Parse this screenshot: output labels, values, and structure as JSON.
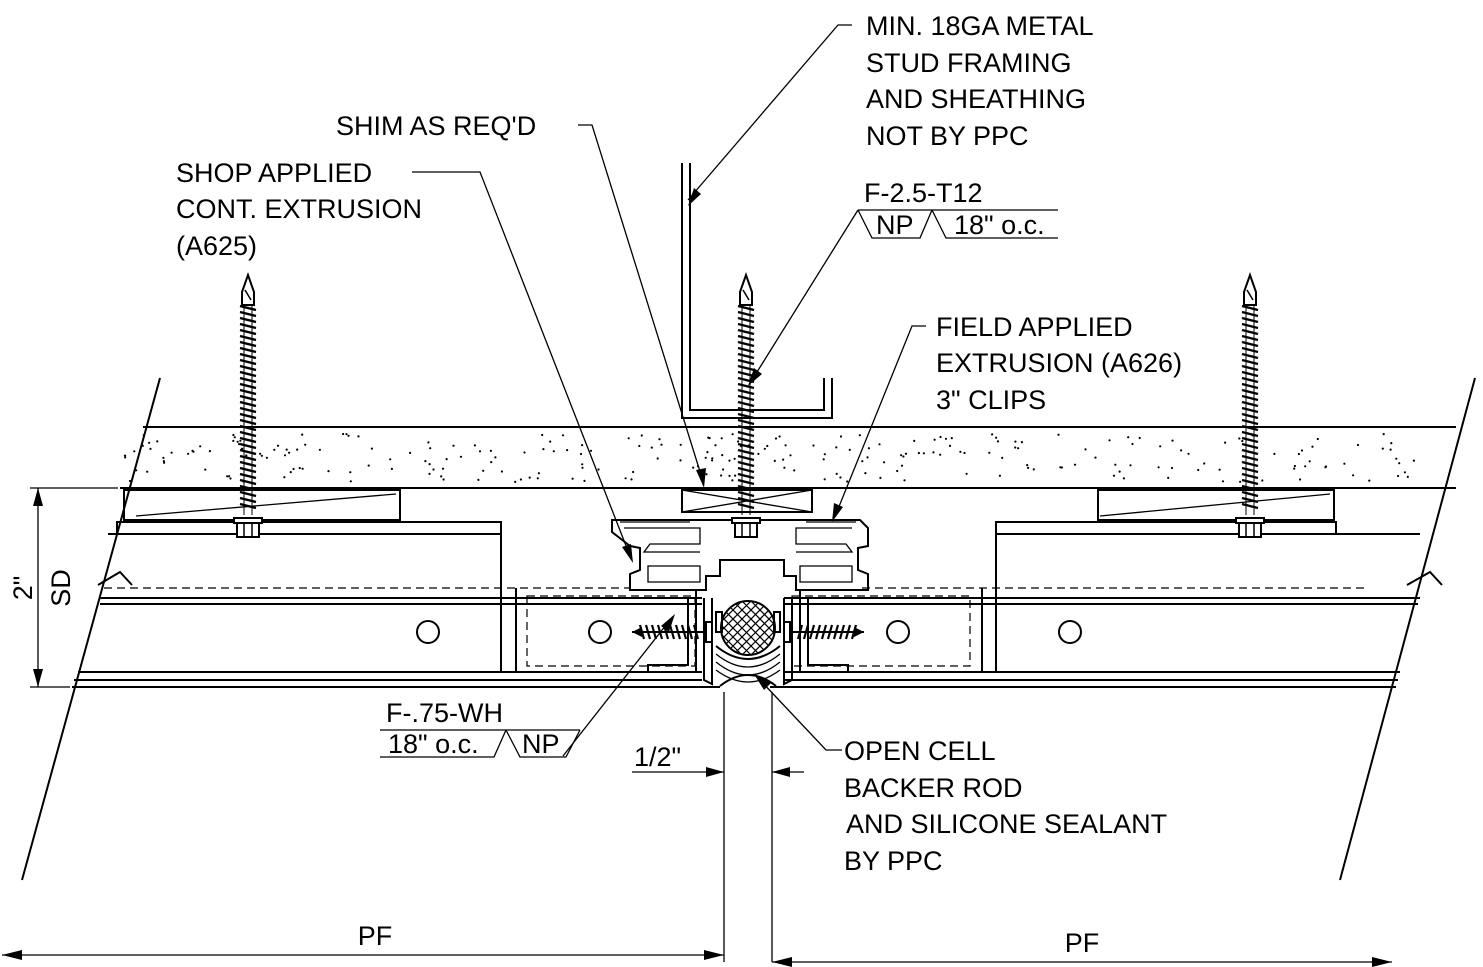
{
  "callouts": {
    "stud_framing": [
      "MIN. 18GA METAL",
      "STUD FRAMING",
      "AND SHEATHING",
      "NOT BY PPC"
    ],
    "shim": "SHIM AS REQ'D",
    "shop_extrusion": [
      "SHOP APPLIED",
      "CONT. EXTRUSION",
      "(A625)"
    ],
    "field_extrusion": [
      "FIELD APPLIED",
      "EXTRUSION (A626)",
      "3\" CLIPS"
    ],
    "backer_rod": [
      "OPEN CELL",
      "BACKER ROD",
      "AND SILICONE SEALANT",
      "BY PPC"
    ]
  },
  "fastener_top": {
    "code": "F-2.5-T12",
    "left_cell": "NP",
    "right_cell": "18\" o.c."
  },
  "fastener_bottom": {
    "code": "F-.75-WH",
    "left_cell": "18\" o.c.",
    "right_cell": "NP"
  },
  "dimensions": {
    "height_value": "2\"",
    "height_label": "SD",
    "joint_width": "1/2\"",
    "left_panel": "PF",
    "right_panel": "PF"
  }
}
